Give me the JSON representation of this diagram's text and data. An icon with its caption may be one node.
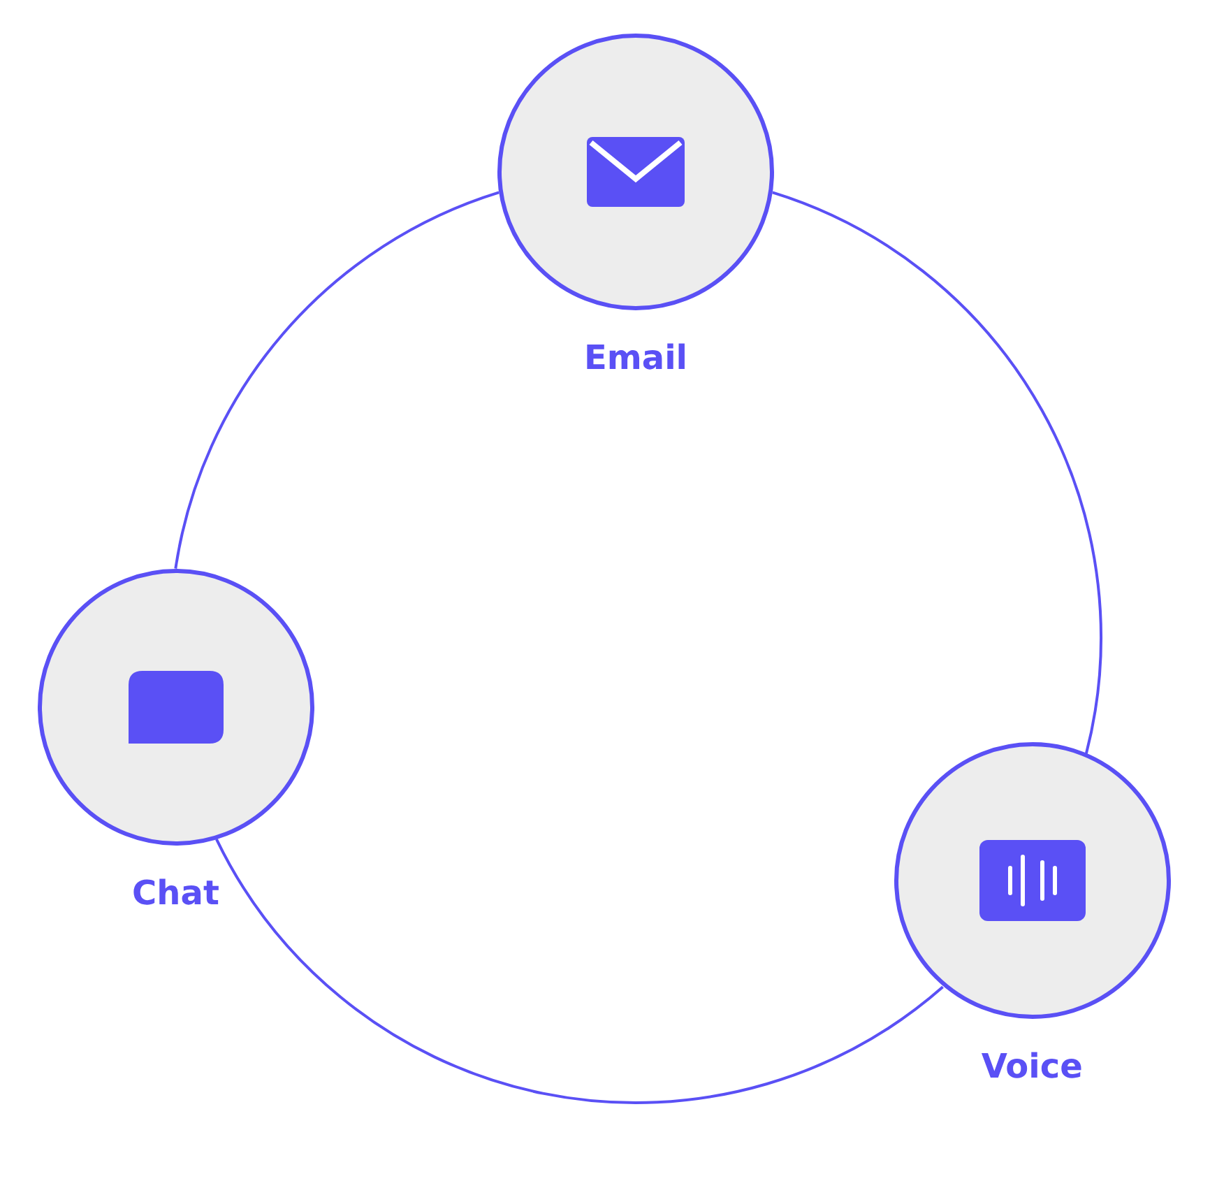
{
  "diagram": {
    "nodes": [
      {
        "text": [
          "Email"
        ]
      },
      {
        "text": [
          "Chat"
        ]
      },
      {
        "text": [
          "Voice"
        ]
      }
    ],
    "edges": [
      {
        "from": 0,
        "to": 2,
        "arrow": "none"
      },
      {
        "from": 2,
        "to": 1,
        "arrow": "none"
      },
      {
        "from": 1,
        "to": 0,
        "arrow": "none"
      }
    ]
  }
}
